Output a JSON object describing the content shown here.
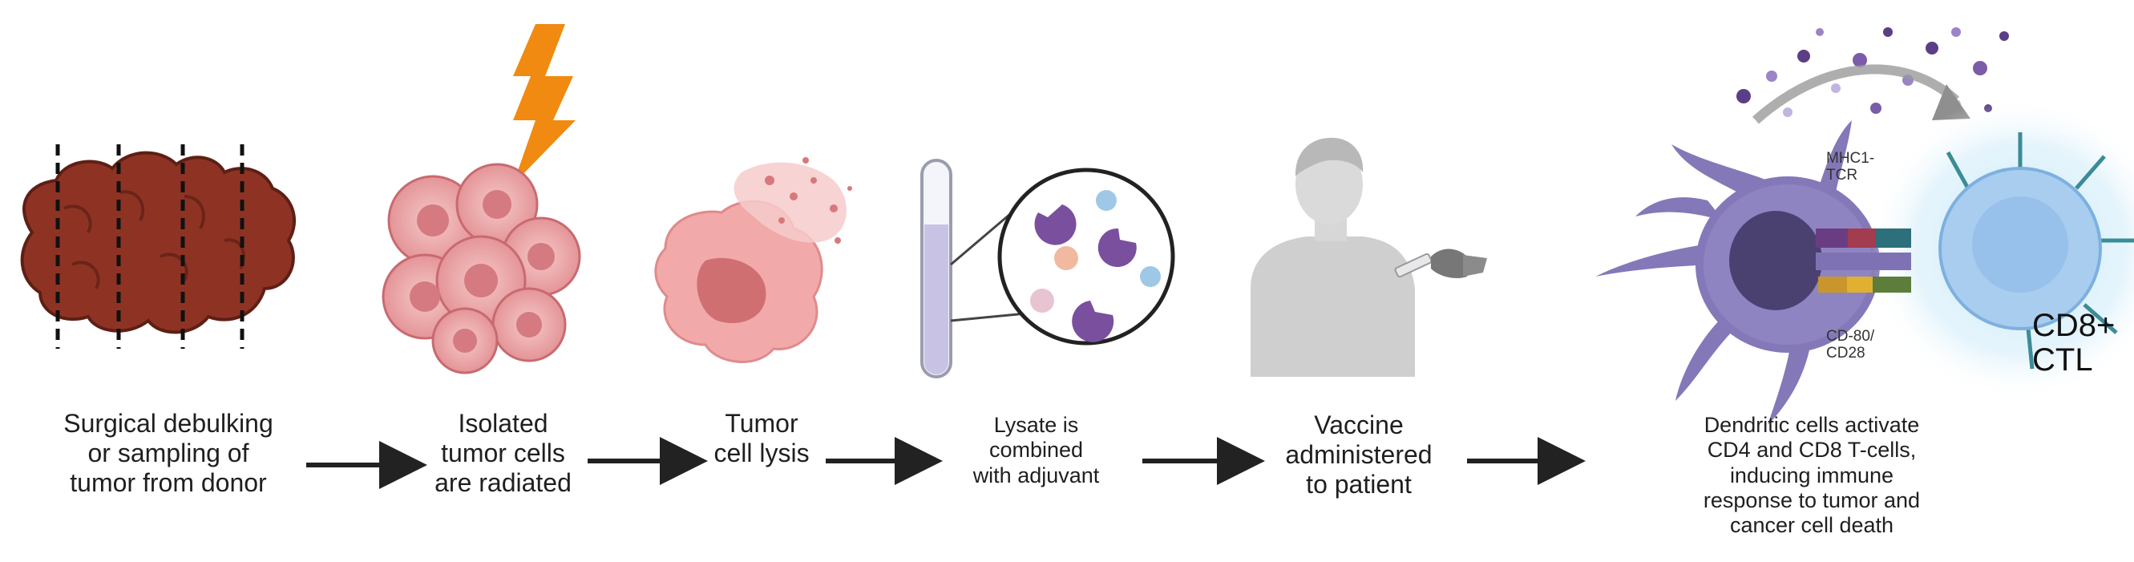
{
  "steps": [
    {
      "lines": [
        "Surgical debulking",
        "or sampling of",
        "tumor from donor"
      ]
    },
    {
      "lines": [
        "Isolated",
        "tumor cells",
        "are radiated"
      ]
    },
    {
      "lines": [
        "Tumor",
        "cell lysis"
      ]
    },
    {
      "lines": [
        "Lysate is",
        "combined",
        "with adjuvant"
      ]
    },
    {
      "lines": [
        "Vaccine",
        "administered",
        "to patient"
      ]
    },
    {
      "lines": [
        "Dendritic cells activate",
        "CD4 and CD8 T-cells,",
        "inducing immune",
        "response to tumor and",
        "cancer cell death"
      ]
    }
  ],
  "tags": {
    "mhc": [
      "MHC1-",
      "TCR"
    ],
    "cd80": [
      "CD-80/",
      "CD28"
    ],
    "ctl": [
      "CD8+",
      "CTL"
    ]
  },
  "colors": {
    "tumor": "#9a3b2a",
    "tumor_light": "#e9a0a0",
    "lightning": "#f08a10",
    "dendritic": "#8478b8",
    "tcell": "#a9cdef",
    "arrow": "#222222",
    "person": "#cfcfcf"
  },
  "icons": [
    "lightning-bolt-icon",
    "tumor-mass-icon",
    "tumor-cells-icon",
    "lysed-cell-icon",
    "test-tube-icon",
    "syringe-icon",
    "patient-icon",
    "dendritic-cell-icon",
    "t-cell-icon"
  ]
}
